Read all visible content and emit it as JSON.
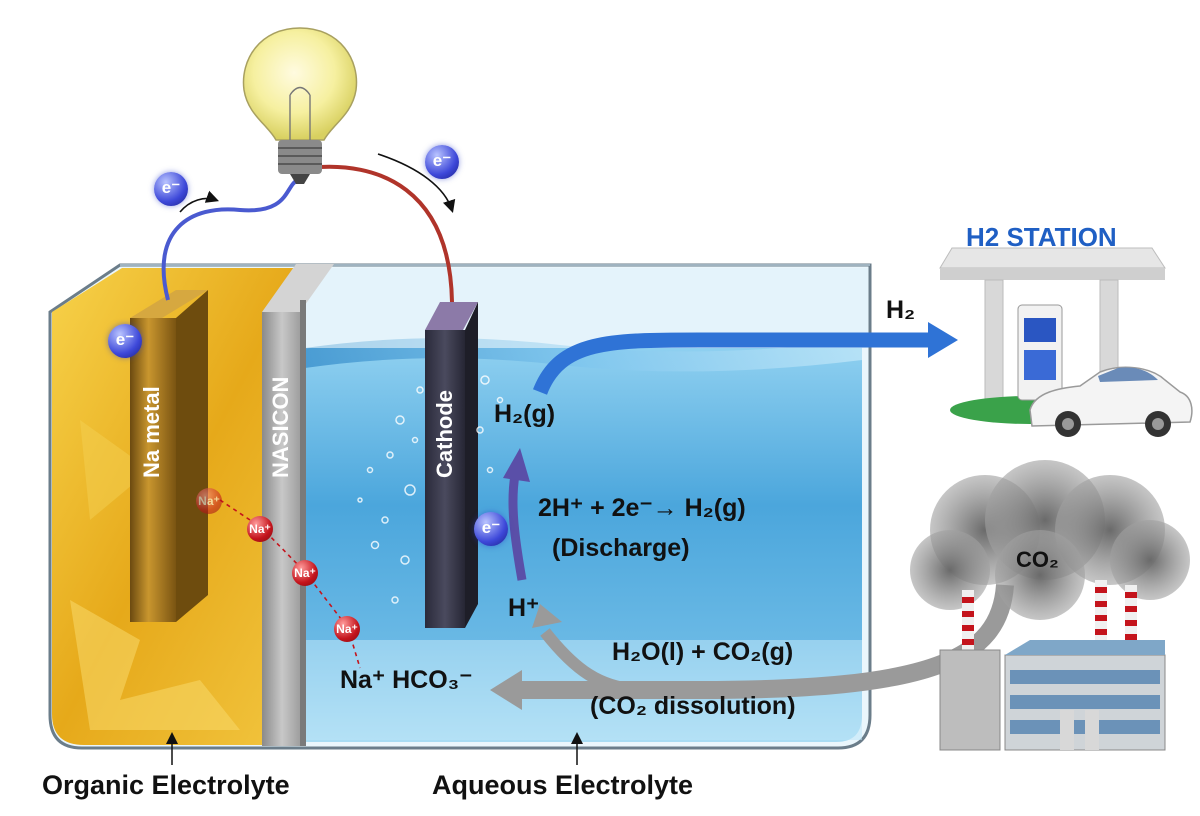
{
  "labels": {
    "na_metal": "Na metal",
    "nasicon": "NASICON",
    "cathode": "Cathode",
    "h2g": "H₂(g)",
    "reaction": "2H⁺ + 2e⁻→ H₂(g)",
    "discharge": "(Discharge)",
    "h_plus": "H⁺",
    "co2_eq": "H₂O(l) + CO₂(g)",
    "co2_dissolution": "(CO₂ dissolution)",
    "na_hco3": "Na⁺ HCO₃⁻",
    "h2_out": "H₂",
    "co2": "CO₂",
    "h2_station": "H2 STATION",
    "organic_electrolyte": "Organic Electrolyte",
    "aqueous_electrolyte": "Aqueous Electrolyte"
  },
  "electron_symbol": "e⁻",
  "na_ion_symbol": "Na⁺",
  "icons": [
    "light-bulb-icon",
    "electron-icon",
    "sodium-ion-icon",
    "hydrogen-station-icon",
    "car-icon",
    "factory-icon",
    "smoke-cloud-icon"
  ],
  "colors": {
    "organic": "#e8b418",
    "aqueous": "#5fb3e0",
    "wire_left": "#4a5ad0",
    "wire_right": "#b0342a",
    "arrow_blue": "#2f73d6",
    "arrow_gray": "#9a9a9a",
    "arrow_purple": "#5a4fa8",
    "station_text": "#1f5fc4"
  }
}
